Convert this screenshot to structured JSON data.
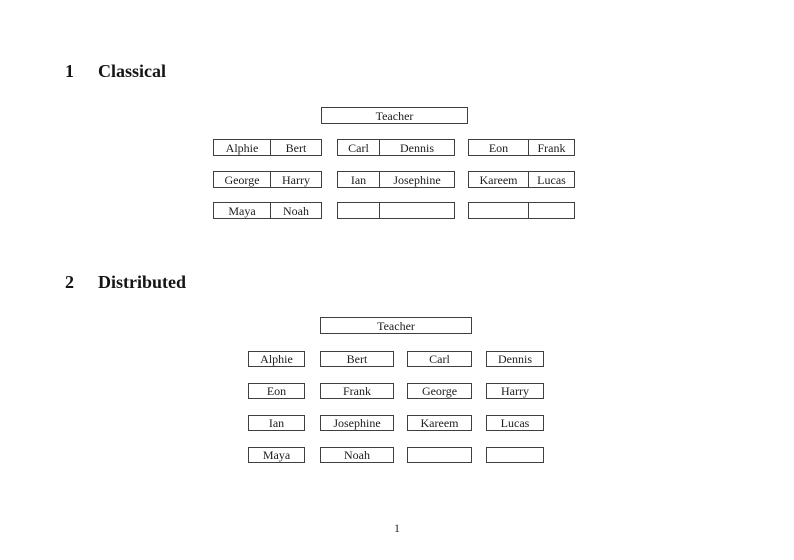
{
  "page_number": "1",
  "sections": {
    "classical": {
      "number": "1",
      "title": "Classical",
      "teacher_label": "Teacher",
      "rows": [
        {
          "desks": [
            {
              "seats": [
                "Alphie",
                "Bert"
              ]
            },
            {
              "seats": [
                "Carl",
                "Dennis"
              ]
            },
            {
              "seats": [
                "Eon",
                "Frank"
              ]
            }
          ]
        },
        {
          "desks": [
            {
              "seats": [
                "George",
                "Harry"
              ]
            },
            {
              "seats": [
                "Ian",
                "Josephine"
              ]
            },
            {
              "seats": [
                "Kareem",
                "Lucas"
              ]
            }
          ]
        },
        {
          "desks": [
            {
              "seats": [
                "Maya",
                "Noah"
              ]
            },
            {
              "seats": [
                "",
                ""
              ]
            },
            {
              "seats": [
                "",
                ""
              ]
            }
          ]
        }
      ]
    },
    "distributed": {
      "number": "2",
      "title": "Distributed",
      "teacher_label": "Teacher",
      "rows": [
        {
          "desks": [
            "Alphie",
            "Bert",
            "Carl",
            "Dennis"
          ]
        },
        {
          "desks": [
            "Eon",
            "Frank",
            "George",
            "Harry"
          ]
        },
        {
          "desks": [
            "Ian",
            "Josephine",
            "Kareem",
            "Lucas"
          ]
        },
        {
          "desks": [
            "Maya",
            "Noah",
            "",
            ""
          ]
        }
      ]
    }
  }
}
